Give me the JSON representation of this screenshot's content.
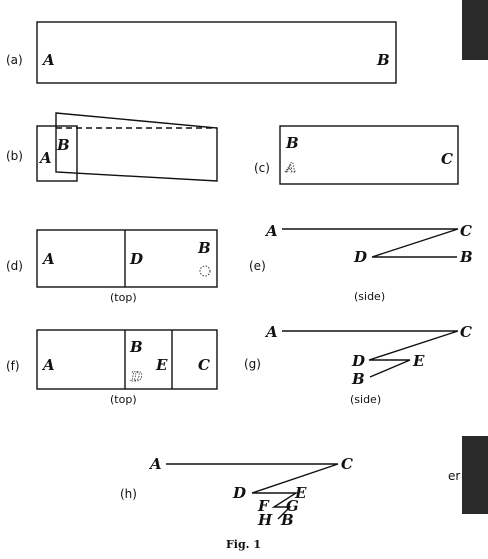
{
  "panels": {
    "a": {
      "tag": "(a)",
      "left": "A",
      "right": "B"
    },
    "b": {
      "tag": "(b)",
      "left": "A",
      "right": "B"
    },
    "c": {
      "tag": "(c)",
      "top": "B",
      "ghost": "A",
      "right": "C"
    },
    "d": {
      "tag": "(d)",
      "left": "A",
      "mid": "D",
      "right": "B",
      "caption": "(top)"
    },
    "e": {
      "tag": "(e)",
      "p1": "A",
      "p2": "C",
      "p3": "D",
      "p4": "B"
    },
    "f": {
      "tag": "(f)",
      "left": "A",
      "mid": "B",
      "ghost": "D",
      "e": "E",
      "right": "C",
      "caption": "(top)"
    },
    "g": {
      "tag": "(g)",
      "p1": "A",
      "p2": "C",
      "p3": "D",
      "p4": "E",
      "p5": "B",
      "caption": "(side)"
    },
    "e_caption": "(side)",
    "h": {
      "tag": "(h)",
      "p1": "A",
      "p2": "C",
      "p3": "D",
      "p4": "E",
      "p5": "F",
      "p6": "G",
      "p7": "H",
      "p8": "B"
    }
  },
  "figure_caption": "Fig. 1",
  "edge_artifact": "er"
}
